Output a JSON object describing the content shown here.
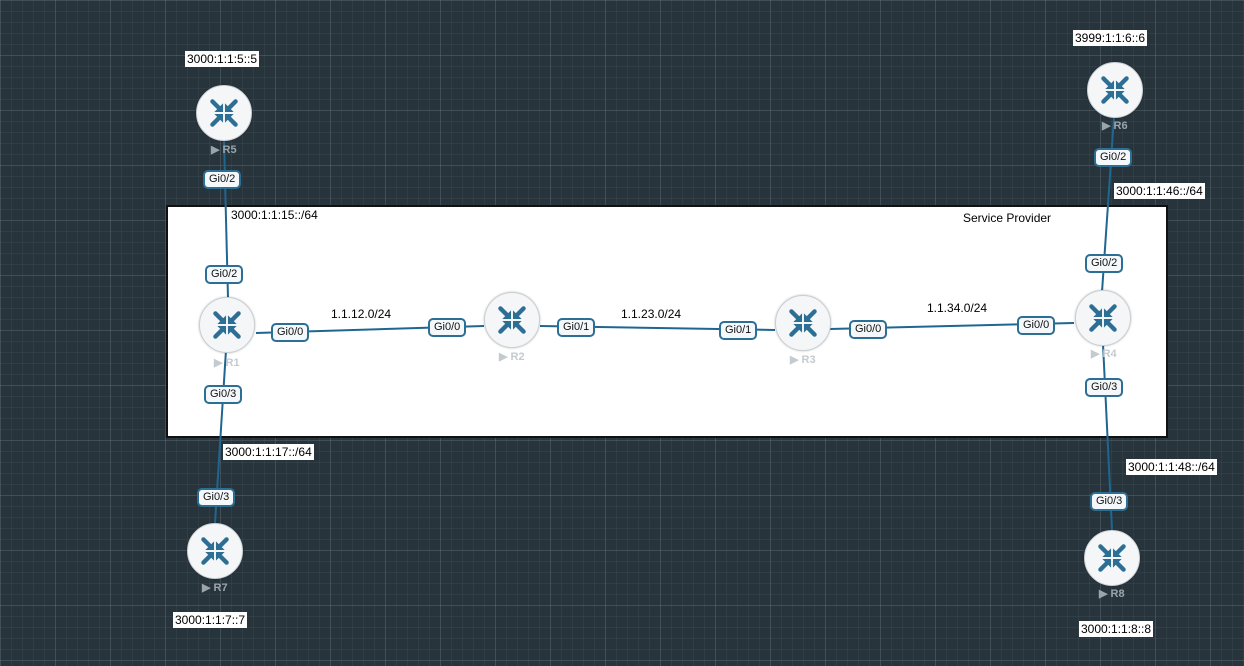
{
  "region": {
    "label": "Service Provider"
  },
  "colors": {
    "link": "#1f6691",
    "router_arrow": "#2d6f94",
    "background": "#28343c"
  },
  "icons": {
    "router": "router-icon",
    "play": "play-icon"
  },
  "routers": {
    "r1": {
      "name": "R1"
    },
    "r2": {
      "name": "R2"
    },
    "r3": {
      "name": "R3"
    },
    "r4": {
      "name": "R4"
    },
    "r5": {
      "name": "R5"
    },
    "r6": {
      "name": "R6"
    },
    "r7": {
      "name": "R7"
    },
    "r8": {
      "name": "R8"
    }
  },
  "ports": {
    "r5_r1_a": "Gi0/2",
    "r5_r1_b": "Gi0/2",
    "r1_r2_a": "Gi0/0",
    "r1_r2_b": "Gi0/0",
    "r2_r3_a": "Gi0/1",
    "r2_r3_b": "Gi0/1",
    "r3_r4_a": "Gi0/0",
    "r3_r4_b": "Gi0/0",
    "r1_r7_a": "Gi0/3",
    "r1_r7_b": "Gi0/3",
    "r6_r4_a": "Gi0/2",
    "r6_r4_b": "Gi0/2",
    "r4_r8_a": "Gi0/3",
    "r4_r8_b": "Gi0/3"
  },
  "networks": {
    "r1_r2": "1.1.12.0/24",
    "r2_r3": "1.1.23.0/24",
    "r3_r4": "1.1.34.0/24",
    "r1_r5": "3000:1:1:15::/64",
    "r1_r7": "3000:1:1:17::/64",
    "r4_r6": "3000:1:1:46::/64",
    "r4_r8": "3000:1:1:48::/64"
  },
  "loopbacks": {
    "r5": "3000:1:1:5::5",
    "r6": "3999:1:1:6::6",
    "r7": "3000:1:1:7::7",
    "r8": "3000:1:1:8::8"
  }
}
